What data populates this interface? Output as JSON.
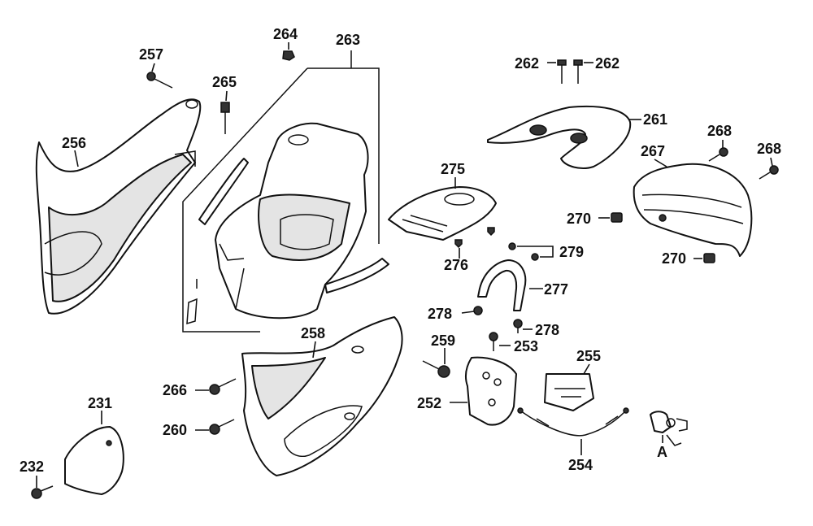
{
  "parts": {
    "p231": "231",
    "p232": "232",
    "p252": "252",
    "p253": "253",
    "p254": "254",
    "p255": "255",
    "p256": "256",
    "p257": "257",
    "p258": "258",
    "p259": "259",
    "p260": "260",
    "p261": "261",
    "p262a": "262",
    "p262b": "262",
    "p263": "263",
    "p264": "264",
    "p265": "265",
    "p266": "266",
    "p267": "267",
    "p268a": "268",
    "p268b": "268",
    "p270a": "270",
    "p270b": "270",
    "p275": "275",
    "p276": "276",
    "p277": "277",
    "p278a": "278",
    "p278b": "278",
    "p279": "279",
    "pA": "A"
  }
}
